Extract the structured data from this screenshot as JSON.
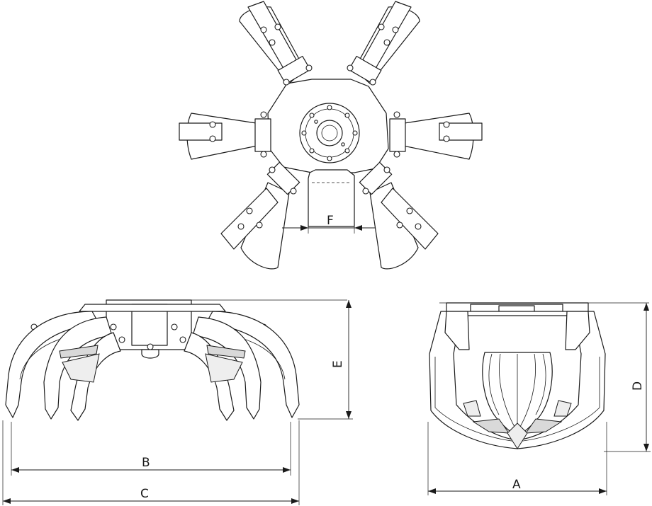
{
  "dimensions": {
    "A": "A",
    "B": "B",
    "C": "C",
    "D": "D",
    "E": "E",
    "F": "F"
  }
}
